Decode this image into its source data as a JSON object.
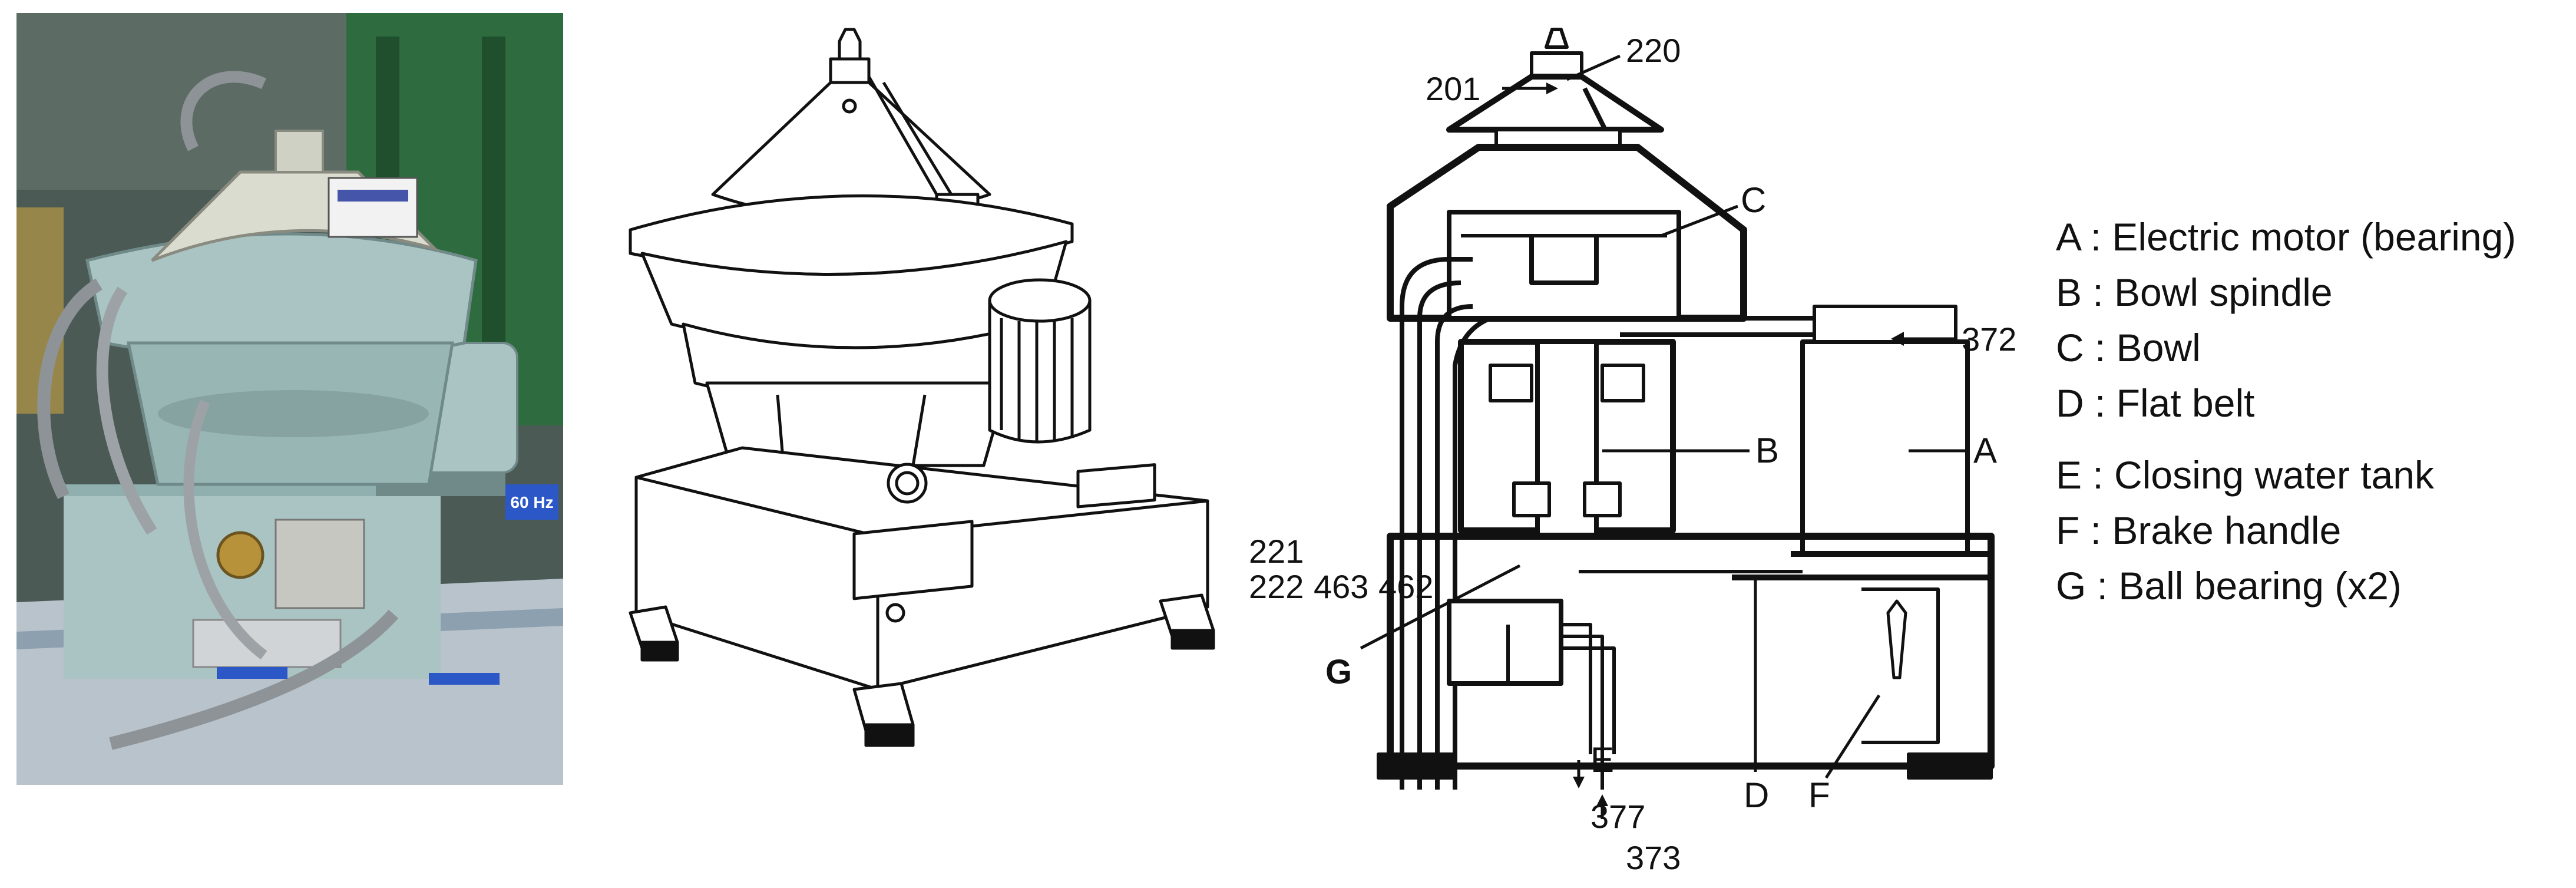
{
  "photo": {
    "nameplate_text": "60 Hz"
  },
  "section_labels": {
    "n201": "201",
    "n220": "220",
    "n372": "372",
    "n221": "221",
    "n222": "222",
    "n463": "463",
    "n462": "462",
    "n377": "377",
    "n373": "373",
    "A": "A",
    "B": "B",
    "C": "C",
    "D": "D",
    "E": "E",
    "F": "F",
    "G": "G"
  },
  "legend": [
    "A : Electric motor (bearing)",
    "B : Bowl spindle",
    "C : Bowl",
    "D : Flat belt",
    "E : Closing water tank",
    "F : Brake handle",
    "G : Ball bearing (x2)"
  ],
  "colors": {
    "machine_body": "#a9c4c2",
    "machine_dark": "#6f8a88",
    "frame_green": "#2e6b3e",
    "floor": "#b9c3cc",
    "ink": "#111111"
  }
}
